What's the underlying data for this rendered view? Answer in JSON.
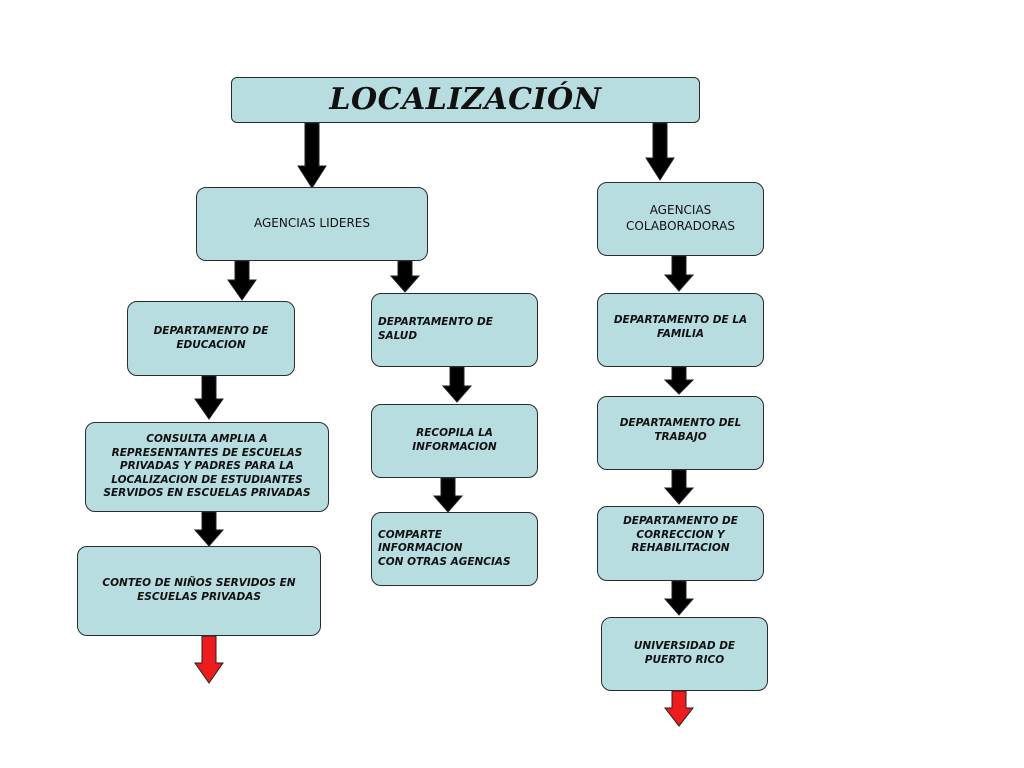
{
  "diagram": {
    "title": "LOCALIZACIÓN",
    "nodes": {
      "agencias_lideres": "AGENCIAS LIDERES",
      "agencias_colaboradoras": "AGENCIAS\nCOLABORADORAS",
      "depto_educacion": "DEPARTAMENTO DE\nEDUCACION",
      "depto_salud": "DEPARTAMENTO DE\nSALUD",
      "depto_familia": "DEPARTAMENTO DE LA\nFAMILIA",
      "consulta": "CONSULTA AMPLIA A\nREPRESENTANTES DE ESCUELAS\nPRIVADAS  Y PADRES PARA LA\nLOCALIZACION DE ESTUDIANTES\nSERVIDOS EN ESCUELAS PRIVADAS",
      "recopila": "RECOPILA LA\nINFORMACION",
      "depto_trabajo": "DEPARTAMENTO DEL\nTRABAJO",
      "comparte": "COMPARTE INFORMACION\nCON OTRAS AGENCIAS",
      "depto_correccion": "DEPARTAMENTO DE\nCORRECCION Y\nREHABILITACION",
      "conteo": "CONTEO DE NIÑOS SERVIDOS EN\nESCUELAS PRIVADAS",
      "upr": "UNIVERSIDAD DE\nPUERTO RICO"
    },
    "colors": {
      "box_fill": "#b7dde1",
      "box_border": "#2b2b2b",
      "arrow_black": "#000000",
      "arrow_red": "#ee1c1c"
    }
  }
}
